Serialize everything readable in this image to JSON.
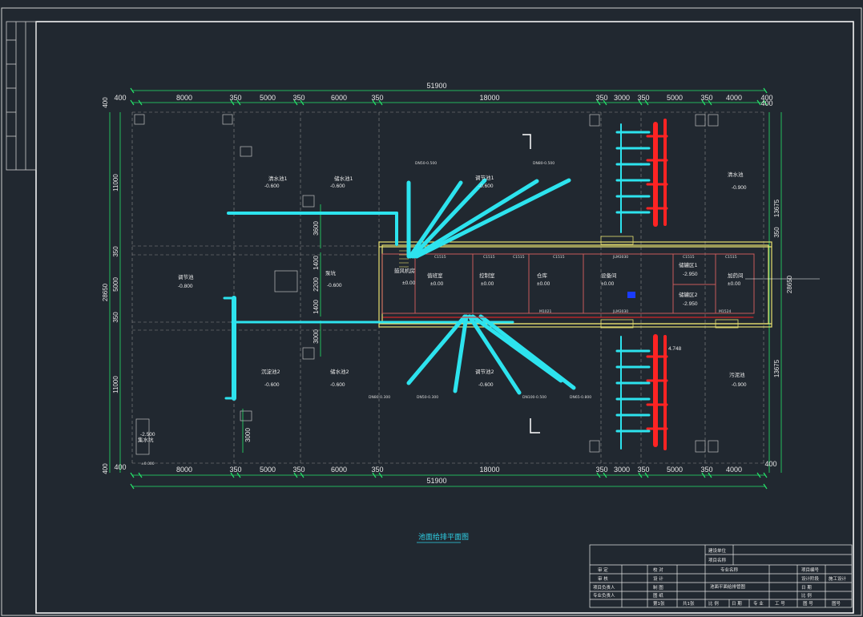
{
  "drawing_title": "池面给排平面图",
  "dims": {
    "overall": "51900",
    "top_segments": [
      "400",
      "8000",
      "350",
      "5000",
      "350",
      "6000",
      "350",
      "18000",
      "350",
      "3000",
      "350",
      "5000",
      "350",
      "4000",
      "400"
    ],
    "bottom_segments": [
      "400",
      "8000",
      "350",
      "5000",
      "350",
      "6000",
      "350",
      "18000",
      "350",
      "3000",
      "350",
      "5000",
      "350",
      "4000",
      "400"
    ],
    "left_overall": "28650",
    "left_segments": [
      "400",
      "11000",
      "350",
      "5000",
      "350",
      "11000",
      "400"
    ],
    "right_overall": "28650",
    "right_segments": [
      "13675",
      "350",
      "13675"
    ],
    "internal": [
      "3600",
      "1400",
      "2200",
      "1400",
      "3000",
      "3000"
    ]
  },
  "rooms": {
    "clear_pool_1": {
      "name": "清水池1",
      "level": "-0.600"
    },
    "filter_pool_1": {
      "name": "储水池1",
      "level": "-0.600"
    },
    "reg_pool_1": {
      "name": "调节池1",
      "level": "-0.600"
    },
    "equal_pool": {
      "name": "调节池",
      "level": "-0.800"
    },
    "pump_pit": {
      "name": "泵坑",
      "level": "-0.600"
    },
    "clear_pool_2": {
      "name": "沉淀池2",
      "level": "-0.600"
    },
    "filter_pool_2": {
      "name": "储水池2",
      "level": "-0.600"
    },
    "reg_pool_2": {
      "name": "调节池2",
      "level": "-0.600"
    },
    "reuse_pool_e": {
      "name": "清水池",
      "level": "-0.900"
    },
    "sludge_pool_e": {
      "name": "污泥池",
      "level": "-0.900"
    },
    "sump": {
      "name": "集水坑",
      "level": "-2.500"
    },
    "room_office": {
      "name": "值班室",
      "level": "±0.00"
    },
    "room_control": {
      "name": "控制室",
      "level": "±0.00"
    },
    "room_store": {
      "name": "仓库",
      "level": "±0.00"
    },
    "room_pump": {
      "name": "设备间",
      "level": "±0.00"
    },
    "room_med": {
      "name": "加药间",
      "level": "±0.00"
    },
    "room_tank_1": {
      "name": "储罐区1",
      "level": "-2.950"
    },
    "room_tank_2": {
      "name": "储罐区2",
      "level": "-2.950"
    },
    "room_blower": {
      "name": "鼓风机房",
      "level": "±0.00"
    }
  },
  "door_labels": [
    "C1515",
    "C1515",
    "C1515",
    "C1515",
    "C1515",
    "C1515",
    "JLM3030",
    "JLM3030",
    "M1021",
    "M1524"
  ],
  "elevation_labels": [
    "4.748",
    "±0.000",
    "±0.00"
  ],
  "notes": [
    "DN50-0.500",
    "DN80-0.500",
    "DN80-0.300",
    "DN50-0.300",
    "DN100-0.500",
    "DN65-0.800"
  ],
  "title_block": {
    "project_unit": "建设单位",
    "project_name": "项目名称",
    "drawing_name": "池面平面给排管图",
    "spec": "专业名称",
    "design_stage_label": "设计阶段",
    "design_stage": "施工设计",
    "project_no_label": "项目编号",
    "date_label": "日 期",
    "scale_label": "比 例",
    "rows_left": [
      "审 定",
      "审 核",
      "项目负责人",
      "专业负责人"
    ],
    "rows_mid": [
      "校 对",
      "设 计",
      "制 图",
      "图 纸"
    ],
    "bottom_cells": [
      "第1张",
      "共1张",
      "比 例",
      "日 期",
      "专 业",
      "工 号",
      "图 号",
      "图号"
    ]
  },
  "colors": {
    "background": "#212830",
    "frame": "#ffffff",
    "dim_line": "#25e36a",
    "wall": "#e8e070",
    "pipe_main": "#2de3ee",
    "pipe_fire": "#ff2323",
    "grid": "#9a9a9a"
  }
}
